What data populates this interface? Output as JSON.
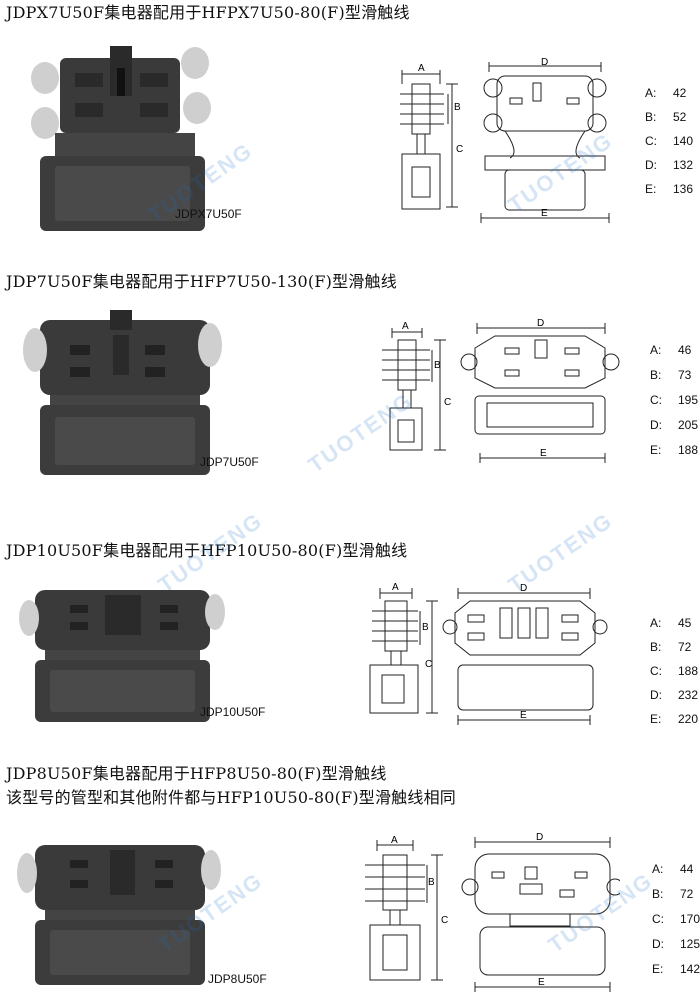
{
  "sections": [
    {
      "heading": "JDPX7U50F集电器配用于HFPX7U50-80(F)型滑触线",
      "model": "JDPX7U50F",
      "specs": [
        {
          "key": "A:",
          "value": "42"
        },
        {
          "key": "B:",
          "value": "52"
        },
        {
          "key": "C:",
          "value": "140"
        },
        {
          "key": "D:",
          "value": "132"
        },
        {
          "key": "E:",
          "value": "136"
        }
      ]
    },
    {
      "heading": "JDP7U50F集电器配用于HFP7U50-130(F)型滑触线",
      "model": "JDP7U50F",
      "specs": [
        {
          "key": "A:",
          "value": "46"
        },
        {
          "key": "B:",
          "value": "73"
        },
        {
          "key": "C:",
          "value": "195"
        },
        {
          "key": "D:",
          "value": "205"
        },
        {
          "key": "E:",
          "value": "188"
        }
      ]
    },
    {
      "heading": "JDP10U50F集电器配用于HFP10U50-80(F)型滑触线",
      "model": "JDP10U50F",
      "specs": [
        {
          "key": "A:",
          "value": "45"
        },
        {
          "key": "B:",
          "value": "72"
        },
        {
          "key": "C:",
          "value": "188"
        },
        {
          "key": "D:",
          "value": "232"
        },
        {
          "key": "E:",
          "value": "220"
        }
      ]
    },
    {
      "heading": "JDP8U50F集电器配用于HFP8U50-80(F)型滑触线",
      "subheading": "该型号的管型和其他附件都与HFP10U50-80(F)型滑触线相同",
      "model": "JDP8U50F",
      "specs": [
        {
          "key": "A:",
          "value": "44"
        },
        {
          "key": "B:",
          "value": "72"
        },
        {
          "key": "C:",
          "value": "170"
        },
        {
          "key": "D:",
          "value": "125"
        },
        {
          "key": "E:",
          "value": "142"
        }
      ]
    }
  ],
  "dimension_letters": {
    "a": "A",
    "b": "B",
    "c": "C",
    "d": "D",
    "e": "E"
  },
  "watermark": "TUOTENG",
  "colors": {
    "product_dark": "#3a3a3a",
    "product_mid": "#555555",
    "wheel": "#cfcfcf",
    "line": "#222222",
    "watermark": "#1e6ec8"
  }
}
